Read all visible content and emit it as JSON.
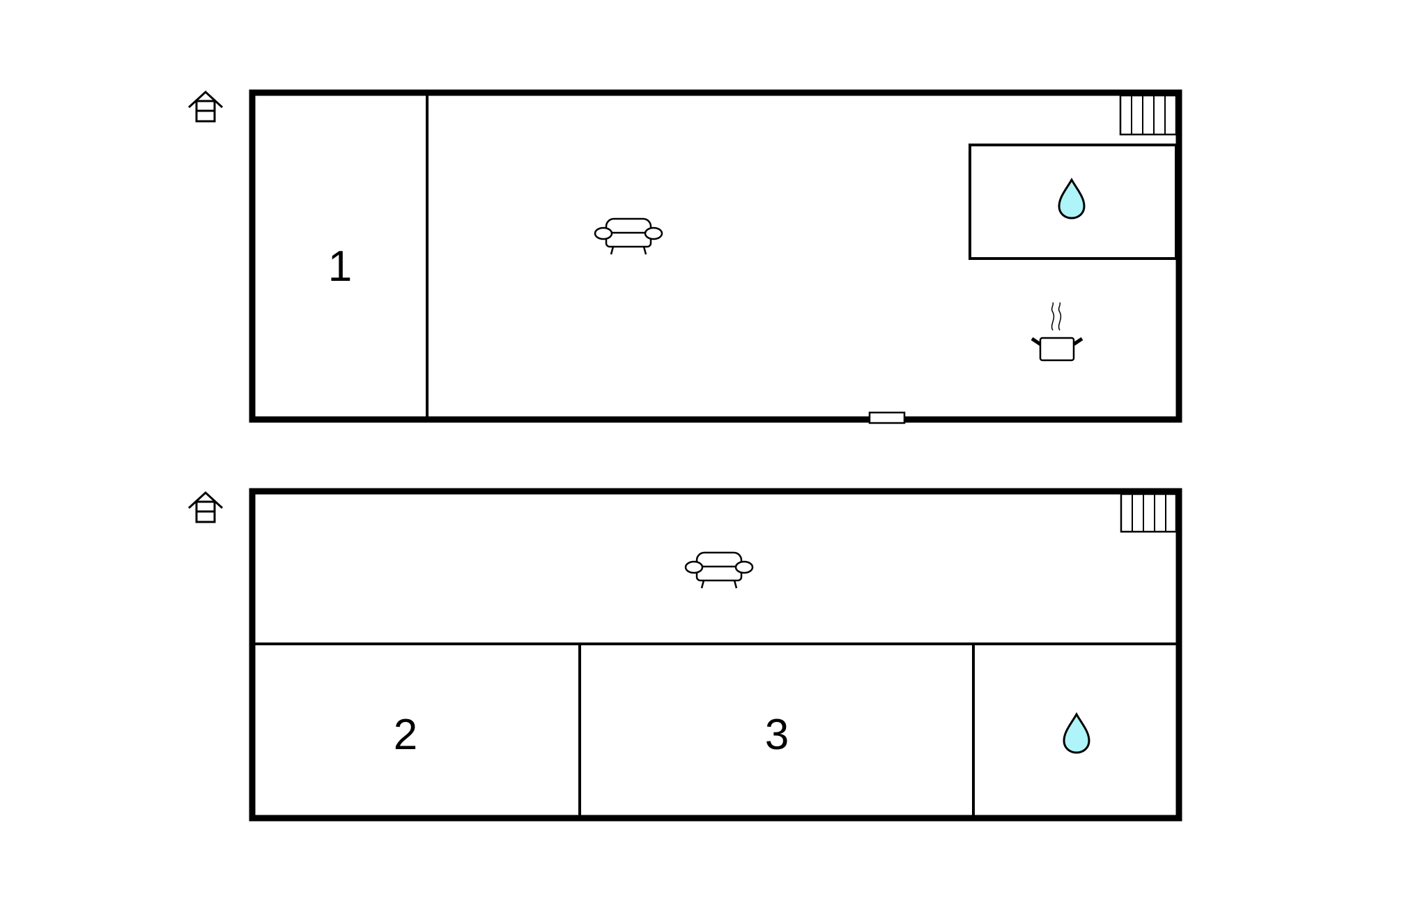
{
  "floors": [
    {
      "floor_icon": "house-floor-icon",
      "rooms": [
        {
          "label": "1",
          "kind": "bedroom"
        },
        {
          "label": "",
          "kind": "living-room",
          "icon": "sofa-icon"
        },
        {
          "label": "",
          "kind": "bathroom",
          "icon": "water-drop-icon"
        },
        {
          "label": "",
          "kind": "kitchen",
          "icon": "cooking-pot-icon"
        }
      ],
      "features": [
        "stairs-icon",
        "door-icon"
      ]
    },
    {
      "floor_icon": "house-floor-icon",
      "rooms": [
        {
          "label": "",
          "kind": "living-room",
          "icon": "sofa-icon"
        },
        {
          "label": "2",
          "kind": "bedroom"
        },
        {
          "label": "3",
          "kind": "bedroom"
        },
        {
          "label": "",
          "kind": "bathroom",
          "icon": "water-drop-icon"
        }
      ],
      "features": [
        "stairs-icon"
      ]
    }
  ],
  "colors": {
    "wall": "#000000",
    "background": "#ffffff",
    "water": "#aef4f8"
  }
}
